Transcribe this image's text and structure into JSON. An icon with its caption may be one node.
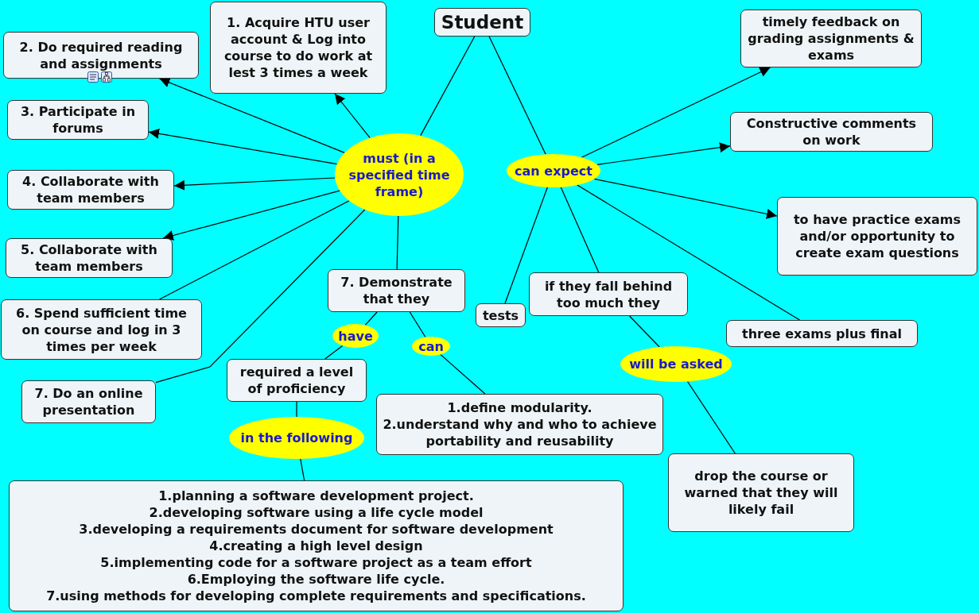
{
  "diagram": {
    "nodes": [
      {
        "text": [
          "Student"
        ]
      },
      {
        "text": [
          "must (in a specified time frame)"
        ]
      },
      {
        "text": [
          "can expect"
        ]
      },
      {
        "text": [
          "1. Acquire HTU user account & Log into course to do work at lest 3 times a week"
        ]
      },
      {
        "text": [
          "2. Do required reading and assignments"
        ]
      },
      {
        "text": [
          "3. Participate in forums"
        ]
      },
      {
        "text": [
          "4. Collaborate with team members"
        ]
      },
      {
        "text": [
          "5. Collaborate with team members"
        ]
      },
      {
        "text": [
          "6. Spend sufficient time on course and log in 3 times per week"
        ]
      },
      {
        "text": [
          "7. Do an online presentation"
        ]
      },
      {
        "text": [
          "7. Demonstrate that they"
        ]
      },
      {
        "text": [
          "have"
        ]
      },
      {
        "text": [
          "can"
        ]
      },
      {
        "text": [
          "required a level of proficiency"
        ]
      },
      {
        "text": [
          "in the following"
        ]
      },
      {
        "text": [
          "1.planning a software development project.",
          "2.developing software using a life cycle model",
          "3.developing a requirements document for software development",
          "4.creating a high level design",
          "5.implementing code for a software project as a team effort",
          "6.Employing the software life cycle.",
          "7.using methods for developing complete requirements and specifications."
        ]
      },
      {
        "text": [
          "1.define modularity.",
          "2.understand why and who to achieve portability and reusability"
        ]
      },
      {
        "text": [
          "timely feedback on grading assignments & exams"
        ]
      },
      {
        "text": [
          "Constructive comments on work"
        ]
      },
      {
        "text": [
          "to have practice exams and/or opportunity to create exam questions"
        ]
      },
      {
        "text": [
          "three exams plus final"
        ]
      },
      {
        "text": [
          "tests"
        ]
      },
      {
        "text": [
          "if they fall behind too much they"
        ]
      },
      {
        "text": [
          "will be asked"
        ]
      },
      {
        "text": [
          "drop the course or warned that they will likely fail"
        ]
      }
    ],
    "edges": [
      {
        "from": 0,
        "to": 1,
        "arrow": "none"
      },
      {
        "from": 0,
        "to": 2,
        "arrow": "none"
      },
      {
        "from": 1,
        "to": 3,
        "arrow": "to"
      },
      {
        "from": 1,
        "to": 4,
        "arrow": "to"
      },
      {
        "from": 1,
        "to": 5,
        "arrow": "to"
      },
      {
        "from": 1,
        "to": 6,
        "arrow": "to"
      },
      {
        "from": 1,
        "to": 7,
        "arrow": "to"
      },
      {
        "from": 1,
        "to": 8,
        "arrow": "none"
      },
      {
        "from": 1,
        "to": 9,
        "arrow": "none"
      },
      {
        "from": 1,
        "to": 10,
        "arrow": "none"
      },
      {
        "from": 10,
        "to": 11,
        "arrow": "none"
      },
      {
        "from": 11,
        "to": 13,
        "arrow": "none"
      },
      {
        "from": 13,
        "to": 14,
        "arrow": "none"
      },
      {
        "from": 14,
        "to": 15,
        "arrow": "none"
      },
      {
        "from": 10,
        "to": 12,
        "arrow": "none"
      },
      {
        "from": 12,
        "to": 16,
        "arrow": "none"
      },
      {
        "from": 2,
        "to": 17,
        "arrow": "to"
      },
      {
        "from": 2,
        "to": 18,
        "arrow": "to"
      },
      {
        "from": 2,
        "to": 19,
        "arrow": "to"
      },
      {
        "from": 2,
        "to": 20,
        "arrow": "none"
      },
      {
        "from": 2,
        "to": 21,
        "arrow": "none"
      },
      {
        "from": 2,
        "to": 22,
        "arrow": "none"
      },
      {
        "from": 22,
        "to": 23,
        "arrow": "none"
      },
      {
        "from": 23,
        "to": 24,
        "arrow": "none"
      }
    ]
  }
}
